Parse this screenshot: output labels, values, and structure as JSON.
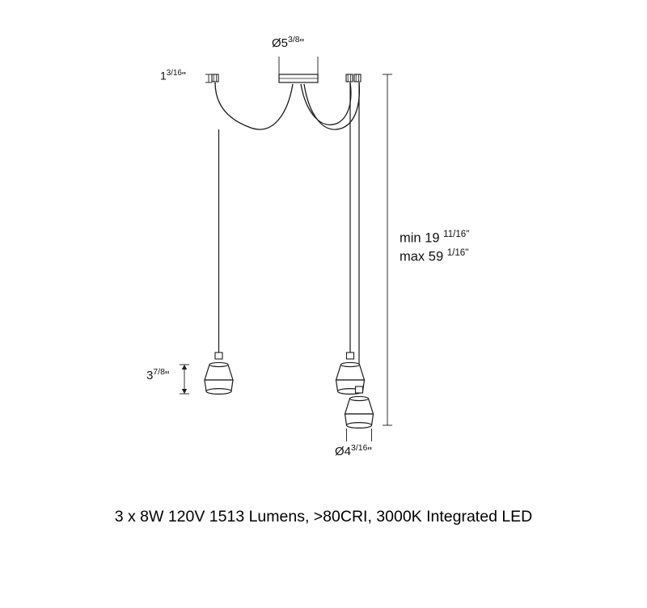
{
  "diagram": {
    "type": "product-dimension-drawing",
    "product": "multi-pendant-light-3-shades",
    "line_color": "#1a1a1a",
    "fill_color": "#ffffff",
    "dimensions": {
      "canopy_diameter": {
        "symbol": "Ø",
        "whole": "5",
        "fraction": "3/8",
        "unit": "\""
      },
      "canopy_height": {
        "whole": "1",
        "fraction": "3/16",
        "unit": "\""
      },
      "drop_min": {
        "prefix": "min",
        "whole": "19",
        "fraction": "11/16",
        "unit": "\""
      },
      "drop_max": {
        "prefix": "max",
        "whole": "59",
        "fraction": "1/16",
        "unit": "\""
      },
      "shade_height": {
        "whole": "3",
        "fraction": "7/8",
        "unit": "\""
      },
      "shade_diameter": {
        "symbol": "Ø",
        "whole": "4",
        "fraction": "3/16",
        "unit": "\""
      }
    }
  },
  "caption": {
    "text": "3 x 8W 120V 1513 Lumens, >80CRI, 3000K Integrated LED"
  }
}
